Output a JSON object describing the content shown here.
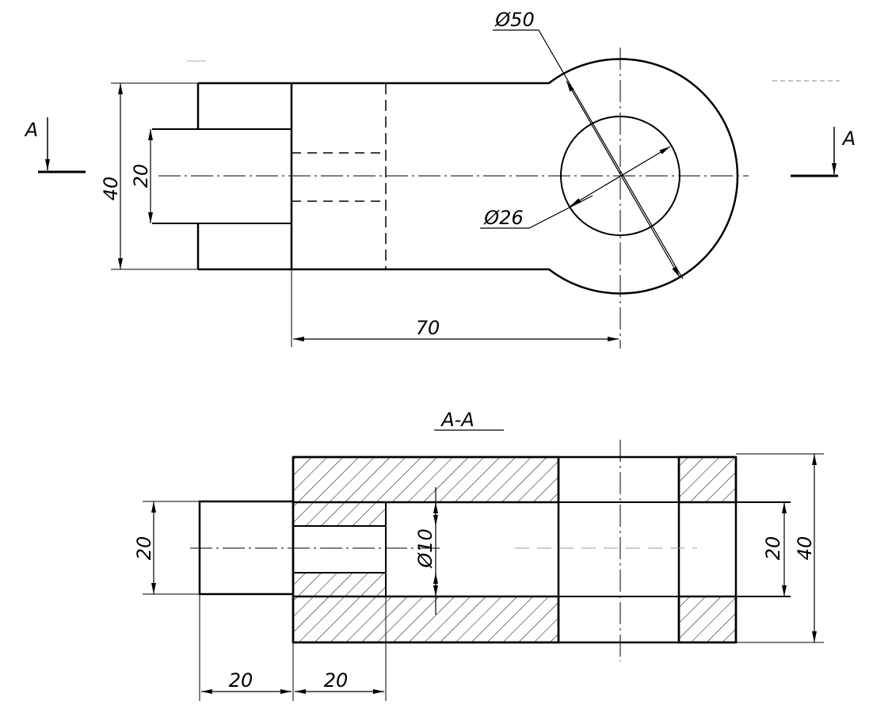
{
  "section_marks": {
    "left": "A",
    "right": "A"
  },
  "section_title": "A-A",
  "dimensions": {
    "dia_outer": "Ø50",
    "dia_inner": "Ø26",
    "height_top": "40",
    "slot_top": "20",
    "length_70": "70",
    "slot_section": "20",
    "bore_section": "Ø10",
    "inner_section": "20",
    "height_section": "40",
    "len_left": "20",
    "len_mid": "20"
  },
  "colors": {
    "line": "#000000",
    "background": "#ffffff"
  }
}
